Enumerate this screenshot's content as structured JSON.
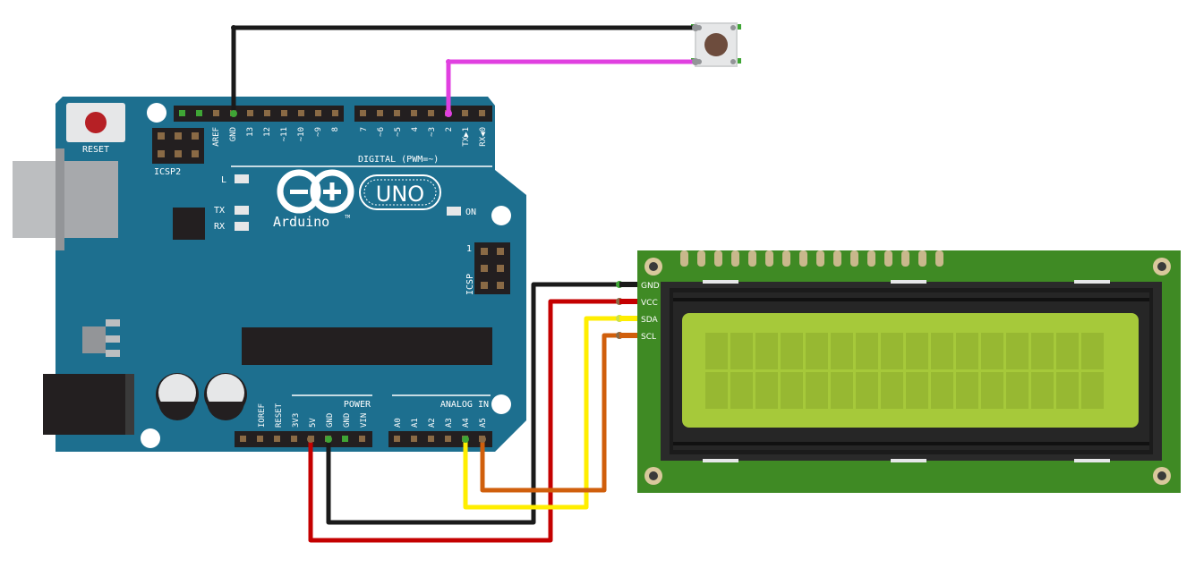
{
  "arduino": {
    "reset_label": "RESET",
    "icsp2_label": "ICSP2",
    "icsp_label": "ICSP",
    "icsp_pin1": "1",
    "digital_label": "DIGITAL (PWM=~)",
    "led_l": "L",
    "led_tx": "TX",
    "led_rx": "RX",
    "led_on": "ON",
    "logo_text": "UNO",
    "brand_text": "Arduino",
    "brand_tm": "TM",
    "power_label": "POWER",
    "analog_label": "ANALOG IN",
    "digital_pins": [
      "AREF",
      "GND",
      "13",
      "12",
      "~11",
      "~10",
      "~9",
      "8"
    ],
    "digital_pins_2": [
      "7",
      "~6",
      "~5",
      "4",
      "~3",
      "2",
      "TX▶1",
      "RX◀0"
    ],
    "power_pins": [
      "IOREF",
      "RESET",
      "3V3",
      "5V",
      "GND",
      "GND",
      "VIN"
    ],
    "analog_pins": [
      "A0",
      "A1",
      "A2",
      "A3",
      "A4",
      "A5"
    ]
  },
  "lcd": {
    "pins": [
      "GND",
      "VCC",
      "SDA",
      "SCL"
    ]
  },
  "colors": {
    "board": "#1d6f8f",
    "lcd_pcb": "#3f8a24",
    "lcd_screen": "#a6c93a",
    "wire_black": "#1a1a1a",
    "wire_red": "#c40000",
    "wire_yellow": "#ffee00",
    "wire_orange": "#d05f0c",
    "wire_magenta": "#e040e0"
  }
}
